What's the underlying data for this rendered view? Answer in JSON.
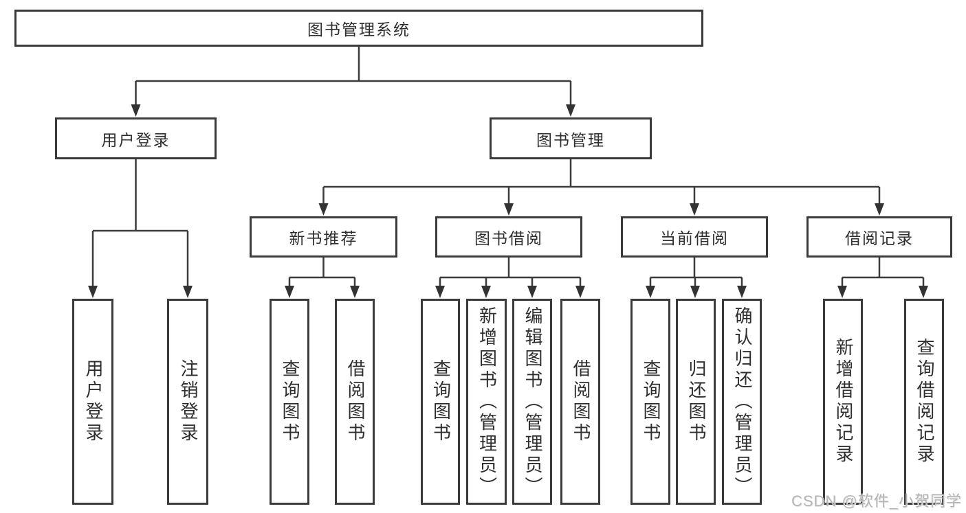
{
  "nodes": {
    "root": "图书管理系统",
    "user_login": "用户登录",
    "book_mgmt": "图书管理",
    "new_book_rec": "新书推荐",
    "book_borrow": "图书借阅",
    "current_borrow": "当前借阅",
    "borrow_records": "借阅记录",
    "ul_user_login": "用户登录",
    "ul_logout": "注销登录",
    "nr_query_book": "查询图书",
    "nr_borrow_book": "借阅图书",
    "bb_query_book": "查询图书",
    "bb_add_book": "新增图书（管理员）",
    "bb_edit_book": "编辑图书（管理员）",
    "bb_borrow_book": "借阅图书",
    "cb_query_book": "查询图书",
    "cb_return_book": "归还图书",
    "cb_confirm_return": "确认归还（管理员）",
    "br_add_record": "新增借阅记录",
    "br_query_record": "查询借阅记录"
  },
  "hierarchy": {
    "图书管理系统": {
      "用户登录": [
        "用户登录",
        "注销登录"
      ],
      "图书管理": {
        "新书推荐": [
          "查询图书",
          "借阅图书"
        ],
        "图书借阅": [
          "查询图书",
          "新增图书（管理员）",
          "编辑图书（管理员）",
          "借阅图书"
        ],
        "当前借阅": [
          "查询图书",
          "归还图书",
          "确认归还（管理员）"
        ],
        "借阅记录": [
          "新增借阅记录",
          "查询借阅记录"
        ]
      }
    }
  },
  "watermark": "CSDN @软件_小贺同学",
  "colors": {
    "line": "#3b3b3b",
    "box_border": "#3a3a3a",
    "text": "#2e2e2e",
    "background": "#ffffff",
    "watermark": "#b5b5b5"
  }
}
